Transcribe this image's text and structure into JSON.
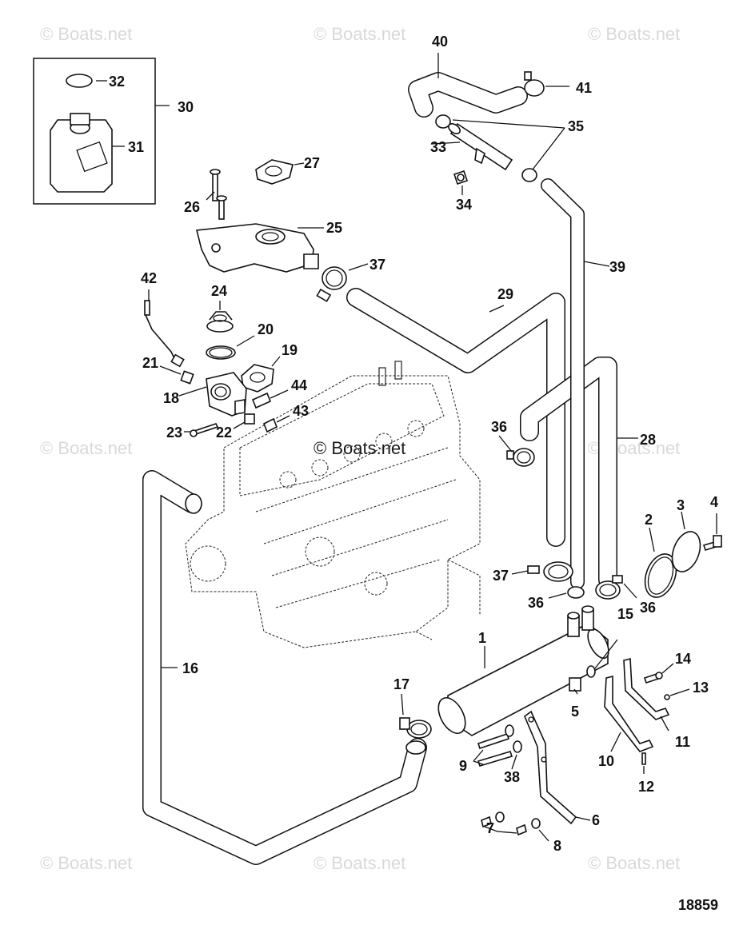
{
  "watermark": {
    "text": "© Boats.net"
  },
  "figure_number": "18859",
  "callouts": {
    "c1": "1",
    "c2": "2",
    "c3": "3",
    "c4": "4",
    "c5": "5",
    "c6": "6",
    "c7": "7",
    "c8": "8",
    "c9": "9",
    "c10": "10",
    "c11": "11",
    "c12": "12",
    "c13": "13",
    "c14": "14",
    "c15": "15",
    "c16": "16",
    "c17": "17",
    "c18": "18",
    "c19": "19",
    "c20": "20",
    "c21": "21",
    "c22": "22",
    "c23": "23",
    "c24": "24",
    "c25": "25",
    "c26": "26",
    "c27": "27",
    "c28": "28",
    "c29": "29",
    "c30": "30",
    "c31": "31",
    "c32": "32",
    "c33": "33",
    "c34": "34",
    "c35": "35",
    "c36": "36",
    "c37": "37",
    "c38": "38",
    "c39": "39",
    "c40": "40",
    "c41": "41",
    "c42": "42",
    "c43": "43",
    "c44": "44"
  }
}
